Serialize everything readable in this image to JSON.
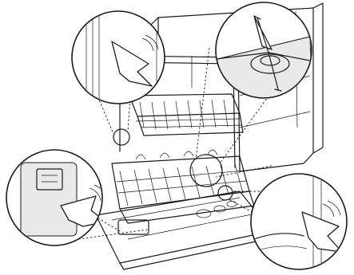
{
  "figure": {
    "type": "line-art illustration",
    "subject": "dishwasher-cleaning-points",
    "zoom_callouts": [
      "door-gasket-wipe",
      "spray-arm-hub",
      "detergent-dispenser-wipe",
      "tub-corner-wipe"
    ],
    "colors": {
      "line": "#1a1a1a",
      "fill": "#ffffff",
      "shade": "#e9e9e9"
    }
  }
}
